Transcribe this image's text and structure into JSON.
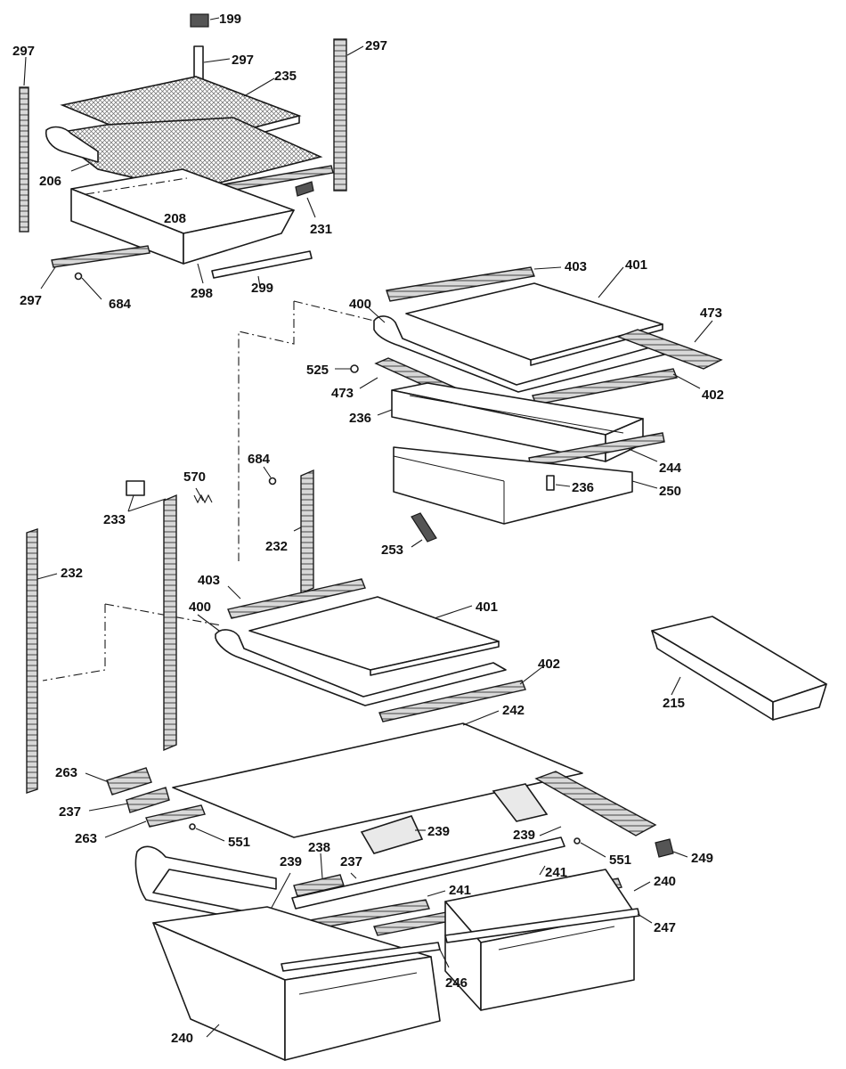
{
  "diagram": {
    "labels": {
      "l199": "199",
      "l297a": "297",
      "l297b": "297",
      "l297c": "297",
      "l297d": "297",
      "l235": "235",
      "l206": "206",
      "l208": "208",
      "l231": "231",
      "l298": "298",
      "l299": "299",
      "l684a": "684",
      "l403a": "403",
      "l401a": "401",
      "l400a": "400",
      "l473a": "473",
      "l525": "525",
      "l473b": "473",
      "l402a": "402",
      "l236a": "236",
      "l244": "244",
      "l236b": "236",
      "l250": "250",
      "l684b": "684",
      "l570": "570",
      "l233": "233",
      "l232a": "232",
      "l253": "253",
      "l232b": "232",
      "l403b": "403",
      "l401b": "401",
      "l400b": "400",
      "l402b": "402",
      "l215": "215",
      "l242": "242",
      "l263a": "263",
      "l237a": "237",
      "l263b": "263",
      "l551a": "551",
      "l238": "238",
      "l239a": "239",
      "l237b": "237",
      "l239b": "239",
      "l239c": "239",
      "l551b": "551",
      "l249": "249",
      "l241a": "241",
      "l241b": "241",
      "l240a": "240",
      "l247": "247",
      "l246": "246",
      "l240b": "240"
    }
  }
}
